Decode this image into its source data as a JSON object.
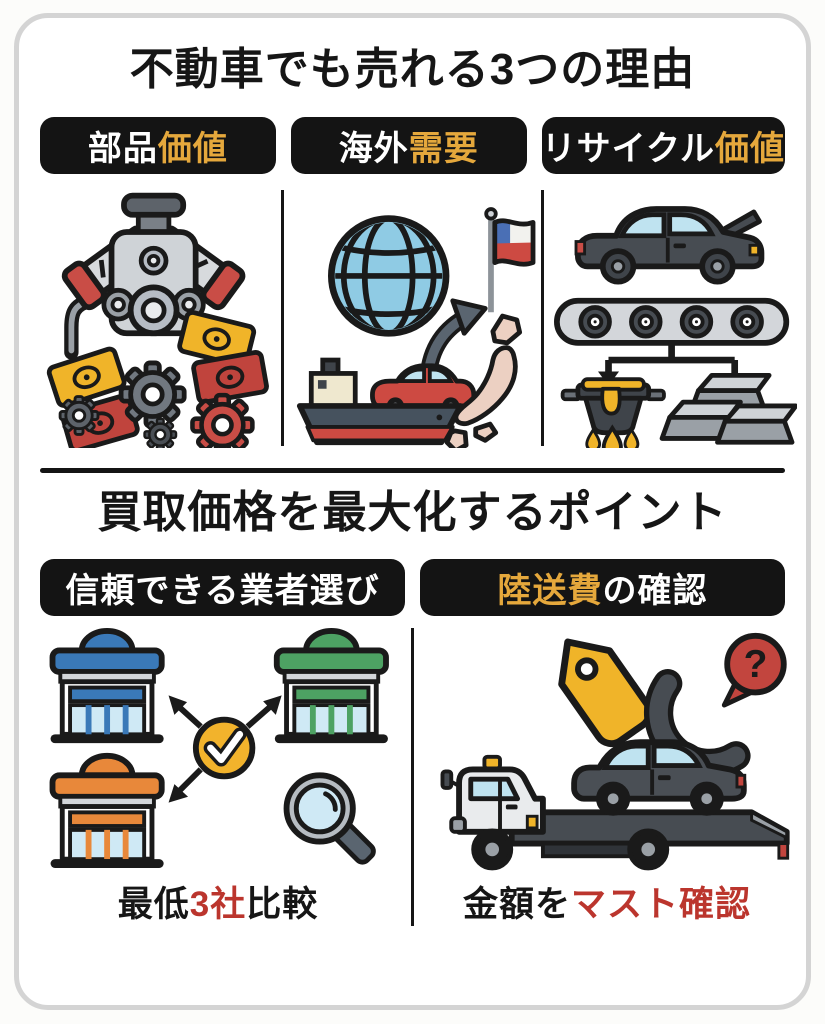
{
  "colors": {
    "badge_bg": "#141414",
    "gold": "#e5a83c",
    "red": "#bb352d",
    "card_border": "#d4d4d4"
  },
  "section1": {
    "title": "不動車でも売れる3つの理由",
    "badges": [
      {
        "w1": "部品",
        "gold": "価値",
        "w2": ""
      },
      {
        "w1": "海外",
        "gold": "需要",
        "w2": ""
      },
      {
        "w1": "リサイクル",
        "gold": "価値",
        "w2": ""
      }
    ],
    "panels": [
      {
        "name": "parts-value",
        "icons": [
          "engine-icon",
          "banknote-icon",
          "gear-icon"
        ]
      },
      {
        "name": "overseas-demand",
        "icons": [
          "globe-icon",
          "flag-icon",
          "cargo-ship-with-car-icon",
          "curved-arrow-icon",
          "japan-map-icon"
        ]
      },
      {
        "name": "recycle-value",
        "icons": [
          "scrap-car-icon",
          "conveyor-icon",
          "branch-arrows-icon",
          "melting-pot-icon",
          "metal-ingots-icon"
        ]
      }
    ]
  },
  "section2": {
    "title": "買取価格を最大化するポイント",
    "badges": [
      {
        "w1": "信頼できる業者選び",
        "gold": "",
        "w2": ""
      },
      {
        "w1": "",
        "gold": "陸送費",
        "w2": "の確認"
      }
    ],
    "panels": [
      {
        "name": "choose-reliable-dealers",
        "icons": [
          "storefront-blue-icon",
          "storefront-green-icon",
          "storefront-orange-icon",
          "check-circle-icon",
          "magnifier-icon"
        ],
        "caption": {
          "b1": "最低",
          "red": "3社",
          "b2": "比較"
        }
      },
      {
        "name": "confirm-transport-fee",
        "icons": [
          "price-tag-icon",
          "phone-icon",
          "question-bubble-icon",
          "tow-truck-icon"
        ],
        "caption": {
          "b1": "金額を",
          "red": "マスト確認",
          "b2": ""
        },
        "question_mark": "?"
      }
    ]
  }
}
